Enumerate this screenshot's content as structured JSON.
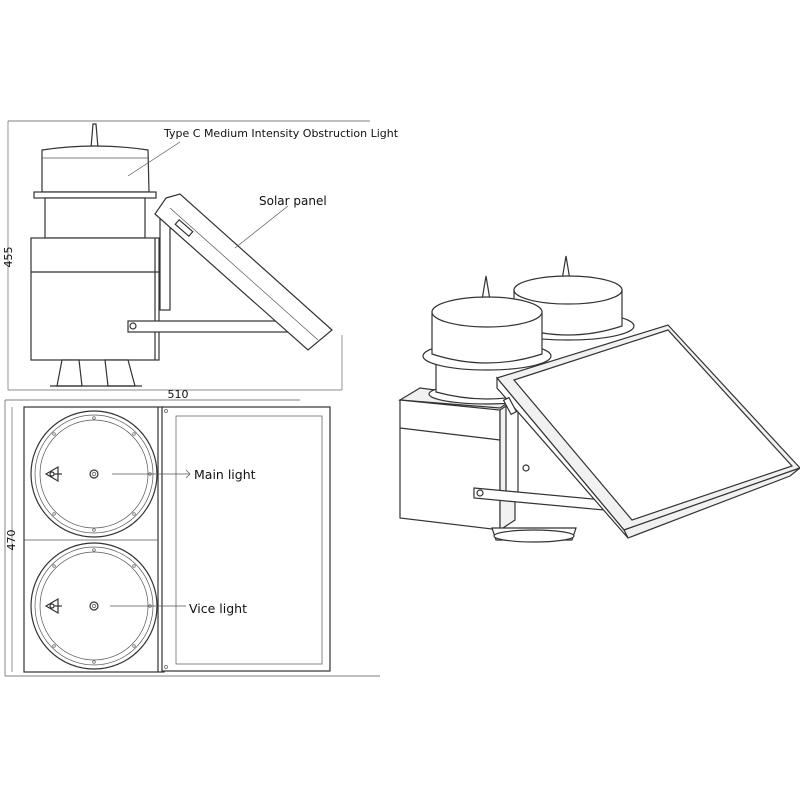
{
  "labels": {
    "type_c_light": "Type C Medium Intensity Obstruction Light",
    "solar_panel": "Solar panel",
    "main_light": "Main light",
    "vice_light": "Vice light"
  },
  "dimensions": {
    "height": "455",
    "width": "510",
    "depth": "470"
  }
}
